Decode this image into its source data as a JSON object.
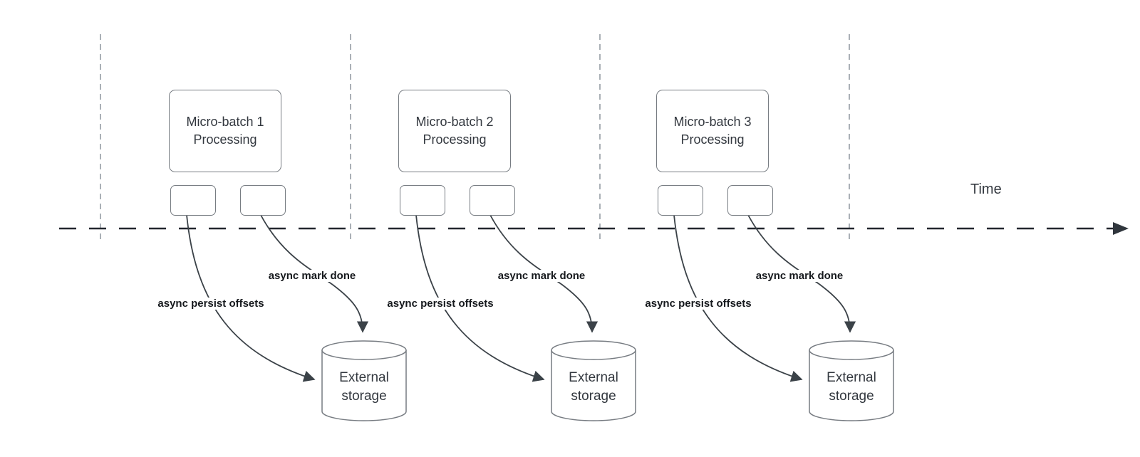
{
  "diagram": {
    "time_axis_label": "Time",
    "groups": [
      {
        "title_line1": "Micro-batch 1",
        "title_line2": "Processing",
        "persist_label": "async persist offsets",
        "done_label": "async mark done",
        "storage_line1": "External",
        "storage_line2": "storage"
      },
      {
        "title_line1": "Micro-batch 2",
        "title_line2": "Processing",
        "persist_label": "async persist offsets",
        "done_label": "async mark done",
        "storage_line1": "External",
        "storage_line2": "storage"
      },
      {
        "title_line1": "Micro-batch 3",
        "title_line2": "Processing",
        "persist_label": "async persist offsets",
        "done_label": "async mark done",
        "storage_line1": "External",
        "storage_line2": "storage"
      }
    ],
    "colors": {
      "background": "#ffffff",
      "time_axis_line": "#23272e",
      "interval_divider_line": "#aab0b6",
      "shape_stroke": "#777c82",
      "shape_text": "#33383f",
      "arrow_line": "#3b4248",
      "edge_label_text": "#16191d"
    }
  }
}
